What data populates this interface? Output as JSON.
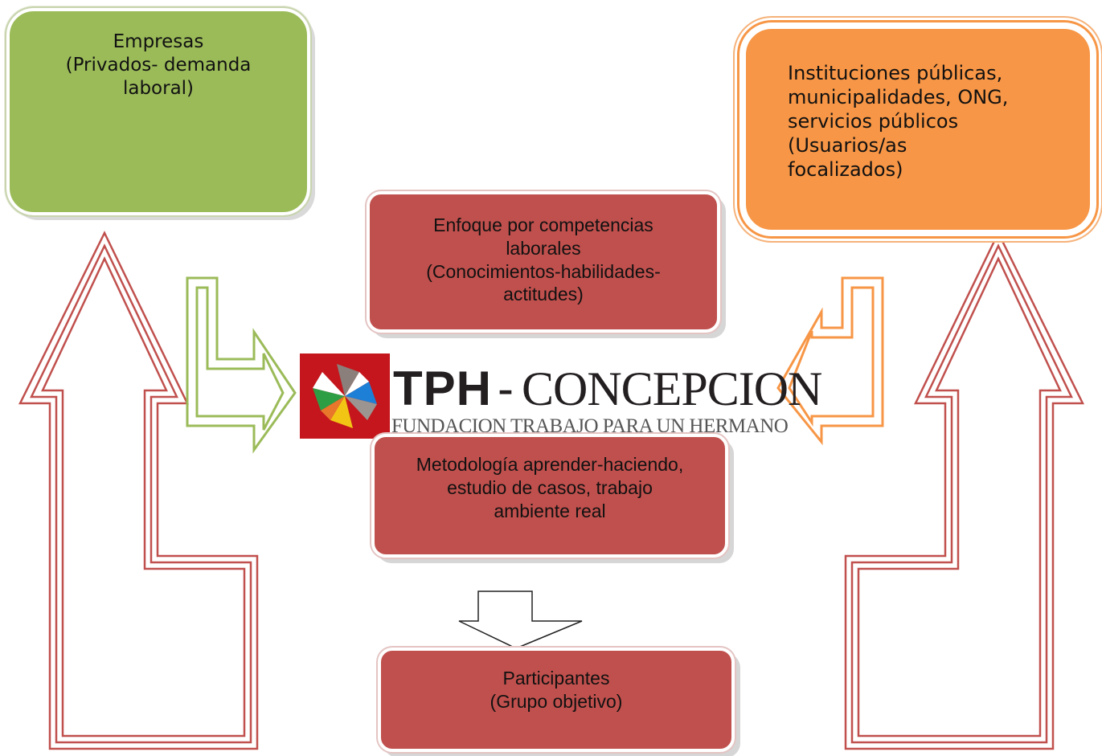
{
  "boxes": {
    "empresas": "Empresas\n(Privados- demanda\nlaboral)",
    "instituciones": "Instituciones públicas,\nmunicipalidades, ONG,\nservicios públicos\n(Usuarios/as\nfocalizados)",
    "enfoque": "Enfoque por competencias\nlaborales\n(Conocimientos-habilidades-\nactitudes)",
    "metodologia": "Metodología aprender-haciendo,\nestudio de casos, trabajo\nambiente real",
    "participantes": "Participantes\n(Grupo objetivo)"
  },
  "logo": {
    "tph": "TPH",
    "separator": "-",
    "name": "CONCEPCION",
    "subtitle": "FUNDACION TRABAJO PARA UN HERMANO"
  },
  "colors": {
    "green": "#9bbb59",
    "orange": "#f79646",
    "red": "#c0504d",
    "logo_red": "#c4161c"
  },
  "icons": [
    "pinwheel-icon",
    "bent-arrow-right",
    "bent-arrow-left",
    "up-arrow-left",
    "up-arrow-right",
    "down-arrow"
  ]
}
